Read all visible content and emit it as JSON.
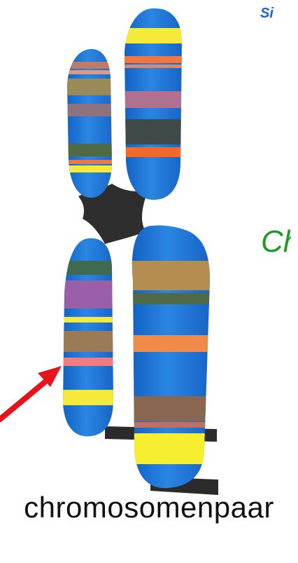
{
  "caption": "chromosomenpaar",
  "partial_labels": {
    "top_right": "Si",
    "middle_right": "Ch"
  },
  "colors": {
    "chromatid_blue": "#1e73cf",
    "centromere": "#2e2e2e",
    "arrow": "#e8121b",
    "label_blue": "#1f5fd1",
    "label_green": "#1f9a2a"
  },
  "icons": [
    "red-arrow-pointer"
  ]
}
